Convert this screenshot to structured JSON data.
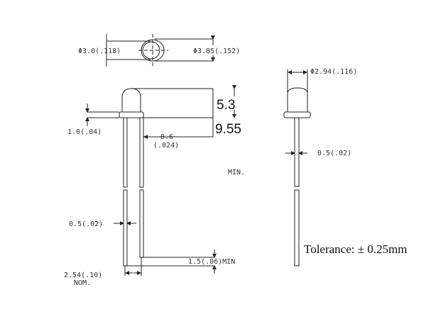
{
  "top_view": {
    "inner_diameter": "Φ3.0(.118)",
    "outer_diameter": "Φ3.85(.152)"
  },
  "side_view": {
    "dome_height": "5.3",
    "body_height": "9.55",
    "flange_thickness": "1.0(.04)",
    "lead_spacing_label": "0.6",
    "lead_spacing_inch": "(.024)",
    "min_note": "MIN.",
    "lead_width": "0.5(.02)",
    "lead_length_difference": "1.5(.06)MIN",
    "pitch": "2.54(.10)",
    "pitch_note": "NOM."
  },
  "front_view": {
    "lens_diameter": "Φ2.94(.116)",
    "lead_width": "0.5(.02)"
  },
  "tolerance": "Tolerance: ± 0.25mm"
}
